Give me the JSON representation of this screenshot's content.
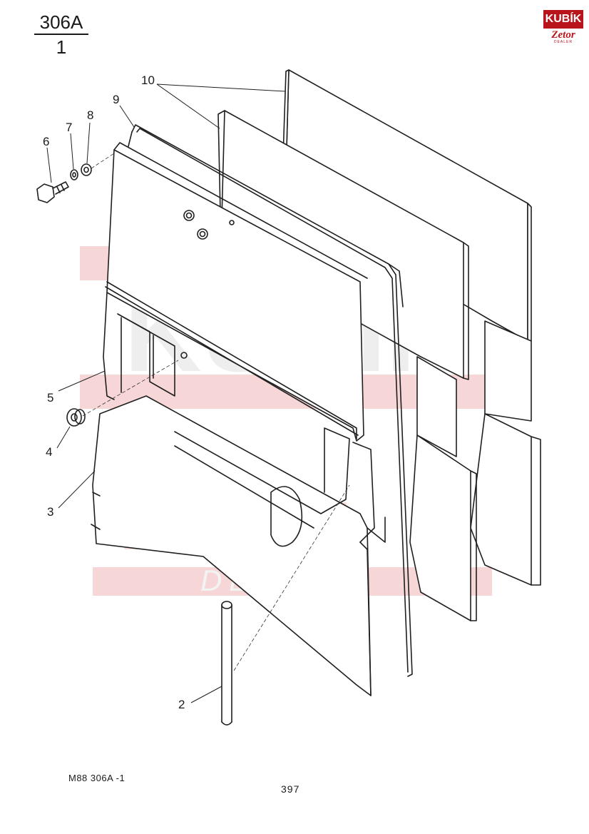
{
  "figure": {
    "numerator": "306A",
    "denominator": "1"
  },
  "logo": {
    "top": "KUBÍK",
    "bottom": "Zetor",
    "sub": "DEALER",
    "color": "#b9141c"
  },
  "watermark": {
    "line1": "KUBÍK",
    "line2": "Zetor",
    "line3": "DEALER",
    "color": "#f3c9c9"
  },
  "callouts": [
    "2",
    "3",
    "4",
    "5",
    "6",
    "7",
    "8",
    "9",
    "10"
  ],
  "drawing_ref": "M88  306A -1",
  "page_number": "397"
}
